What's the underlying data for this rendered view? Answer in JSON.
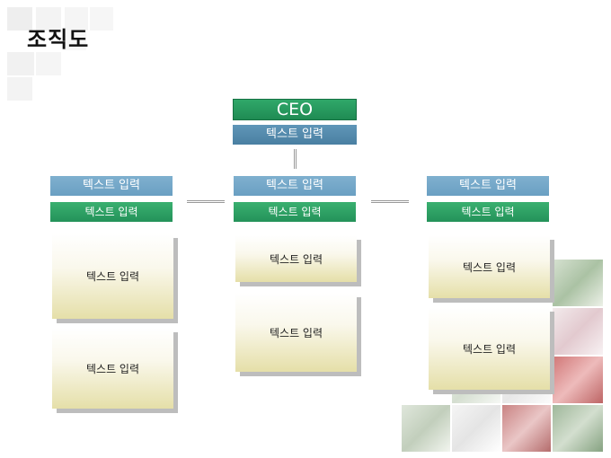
{
  "title": "조직도",
  "ceo": {
    "label": "CEO",
    "sub": "텍스트 입력"
  },
  "columns": [
    {
      "header_blue": "텍스트 입력",
      "header_green": "텍스트 입력",
      "boxes": [
        "텍스트 입력",
        "텍스트 입력"
      ]
    },
    {
      "header_blue": "텍스트 입력",
      "header_green": "텍스트 입력",
      "boxes": [
        "텍스트 입력",
        "텍스트 입력"
      ]
    },
    {
      "header_blue": "텍스트 입력",
      "header_green": "텍스트 입력",
      "boxes": [
        "텍스트 입력",
        "텍스트 입력"
      ]
    }
  ]
}
